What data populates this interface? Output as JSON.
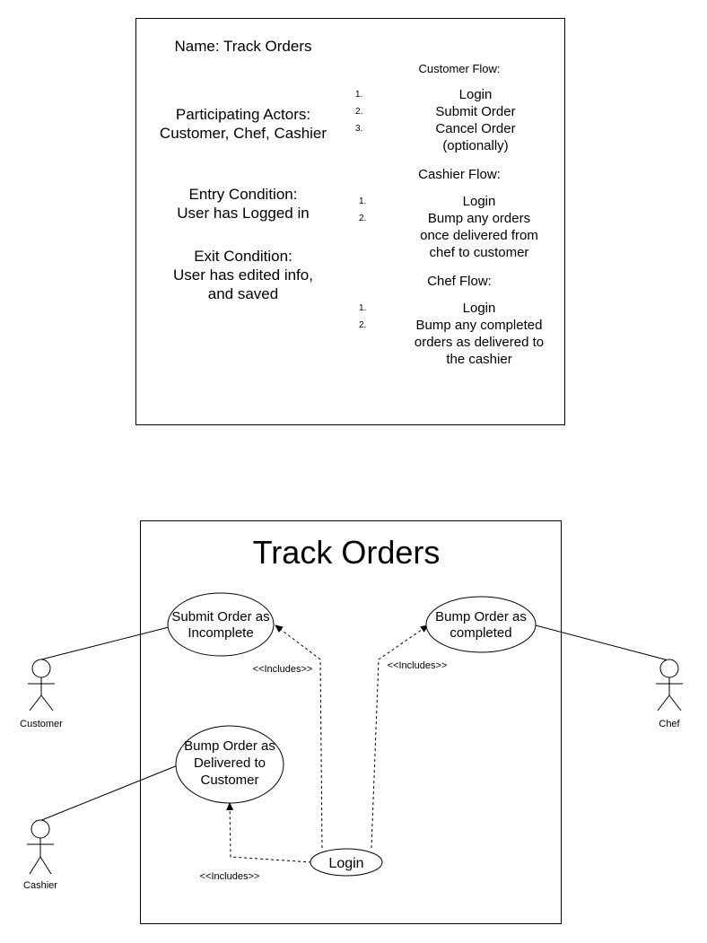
{
  "spec": {
    "name": "Name: Track Orders",
    "actors_label": "Participating Actors:",
    "actors_value": "Customer, Chef, Cashier",
    "entry_label": "Entry Condition:",
    "entry_value": "User has Logged in",
    "exit_label": "Exit Condition:",
    "exit_value_1": "User has edited info,",
    "exit_value_2": "and saved",
    "customer_flow": {
      "title": "Customer Flow:",
      "steps": [
        {
          "num": "1.",
          "lines": [
            "Login"
          ]
        },
        {
          "num": "2.",
          "lines": [
            "Submit Order"
          ]
        },
        {
          "num": "3.",
          "lines": [
            "Cancel Order",
            "(optionally)"
          ]
        }
      ]
    },
    "cashier_flow": {
      "title": "Cashier Flow:",
      "steps": [
        {
          "num": "1.",
          "lines": [
            "Login"
          ]
        },
        {
          "num": "2.",
          "lines": [
            "Bump any orders",
            "once delivered from",
            "chef to customer"
          ]
        }
      ]
    },
    "chef_flow": {
      "title": "Chef Flow:",
      "steps": [
        {
          "num": "1.",
          "lines": [
            "Login"
          ]
        },
        {
          "num": "2.",
          "lines": [
            "Bump any completed",
            "orders as delivered to",
            "the cashier"
          ]
        }
      ]
    }
  },
  "diagram": {
    "title": "Track Orders",
    "use_cases": {
      "submit": [
        "Submit Order as",
        "Incomplete"
      ],
      "bump_completed": [
        "Bump Order as",
        "completed"
      ],
      "bump_delivered": [
        "Bump Order as",
        "Delivered to",
        "Customer"
      ],
      "login": "Login"
    },
    "actors": {
      "customer": "Customer",
      "chef": "Chef",
      "cashier": "Cashier"
    },
    "includes_label": "<<Includes>>"
  }
}
